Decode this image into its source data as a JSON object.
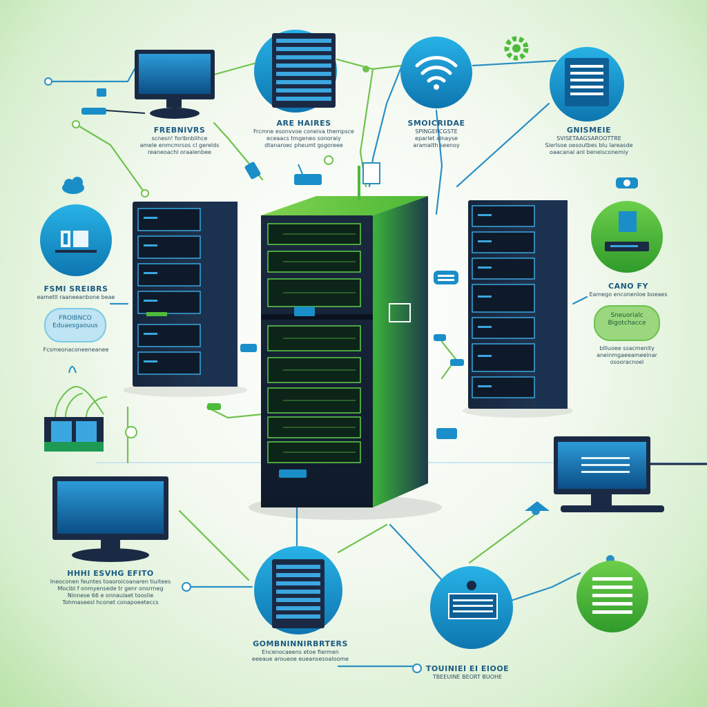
{
  "labels": {
    "top_left": {
      "title": "FREBNIVRS",
      "lines": [
        "scnesn! forlbnblihce",
        "amele enmcmrsos cl gerelds",
        "reaneoachl oraalenbee"
      ]
    },
    "top_center": {
      "title": "ARE HAIRES",
      "lines": [
        "Frcmne esonvvoe coneiva thempsce",
        "eceaacs tmgeneo sonoraiy",
        "dtanaroec pheumt gsgoreee"
      ]
    },
    "top_right": {
      "title": "SMOICRIDAE",
      "lines": [
        "SPINGERCGSTE",
        "eparlet alnayse",
        "aramalth seenoy"
      ]
    },
    "far_right": {
      "title": "GNISMEIE",
      "lines": [
        "SVISETAAGSAROOTTRE",
        "Sierlsoe oesoutbes blu lareasde",
        "oaacanal anl beneisconemiy"
      ]
    },
    "mid_left": {
      "title": "FSMI SREIBRS",
      "lines": [
        "eametll raaneeanbone beae"
      ]
    },
    "mid_left_cloud": [
      "FROIBNCO",
      "Eduaesgaouus"
    ],
    "mid_left_under": [
      "Fcsmeonaconeeneanee"
    ],
    "mid_right": {
      "title": "CANO FY",
      "lines": [
        "Eamego enconenloe boeaes"
      ]
    },
    "mid_right_cloud": [
      "Sneuorialc",
      "Bigotchacce"
    ],
    "mid_right_under": [
      "bllluoee ssacmenity",
      "aneinmgaeeameeinar",
      "osooracnoel"
    ],
    "bottom_left": {
      "title": "HHHI ESVHG EFITO",
      "lines": [
        "Ineoconen feuntes toaoroicoanaren tiuitees",
        "Mocibl f onmyensede tr genr onsrrneg",
        "Ninnese 66 e onnaulaet tooslie",
        "Tohmaseesl hconet conapoeeteccs"
      ]
    },
    "bottom_center": {
      "title": "GOMBNINNIRBRTERS",
      "lines": [
        "Encenocaeens etoe fiermen",
        "eeeaue aroueoe eueansesoaloome"
      ]
    },
    "bottom_right": {
      "title": "TOUINIEI EI EIOOE",
      "lines": [
        "TBEEUINE BEORT BUOHE"
      ]
    }
  },
  "colors": {
    "blue": "#1a9ad1",
    "blue_dark": "#0d5f8f",
    "green": "#4dbb3a",
    "green_light": "#8fd668",
    "navy": "#1b2a44",
    "line": "#5cb8d6"
  },
  "icons": [
    "monitor-icon",
    "server-rack-icon",
    "wifi-icon",
    "document-icon",
    "cloud-icon",
    "gear-icon",
    "router-icon",
    "plug-icon"
  ]
}
